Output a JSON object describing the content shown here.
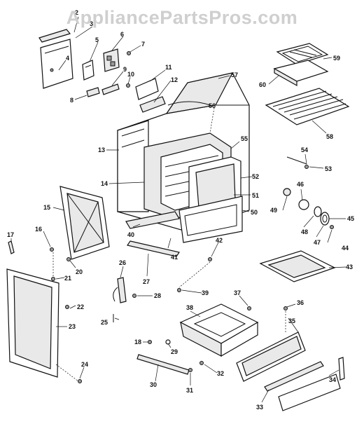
{
  "watermark": "AppliancePartsPros.com",
  "callouts": {
    "c2": "2",
    "c3": "3",
    "c4": "4",
    "c5": "5",
    "c6": "6",
    "c7": "7",
    "c8": "8",
    "c9": "9",
    "c10": "10",
    "c11": "11",
    "c12": "12",
    "c13": "13",
    "c14": "14",
    "c15": "15",
    "c16": "16",
    "c17": "17",
    "c18": "18",
    "c20": "20",
    "c21": "21",
    "c22": "22",
    "c23": "23",
    "c24": "24",
    "c25": "25",
    "c26": "26",
    "c27": "27",
    "c28": "28",
    "c29": "29",
    "c30": "30",
    "c31": "31",
    "c32": "32",
    "c33": "33",
    "c34": "34",
    "c35": "35",
    "c36": "36",
    "c37": "37",
    "c38": "38",
    "c39": "39",
    "c40": "40",
    "c41": "41",
    "c42": "42",
    "c43": "43",
    "c44": "44",
    "c45": "45",
    "c46": "46",
    "c47": "47",
    "c48": "48",
    "c49": "49",
    "c50": "50",
    "c51": "51",
    "c52": "52",
    "c53": "53",
    "c54": "54",
    "c55": "55",
    "c56": "56",
    "c57": "57",
    "c58": "58",
    "c59": "59",
    "c60": "60"
  }
}
